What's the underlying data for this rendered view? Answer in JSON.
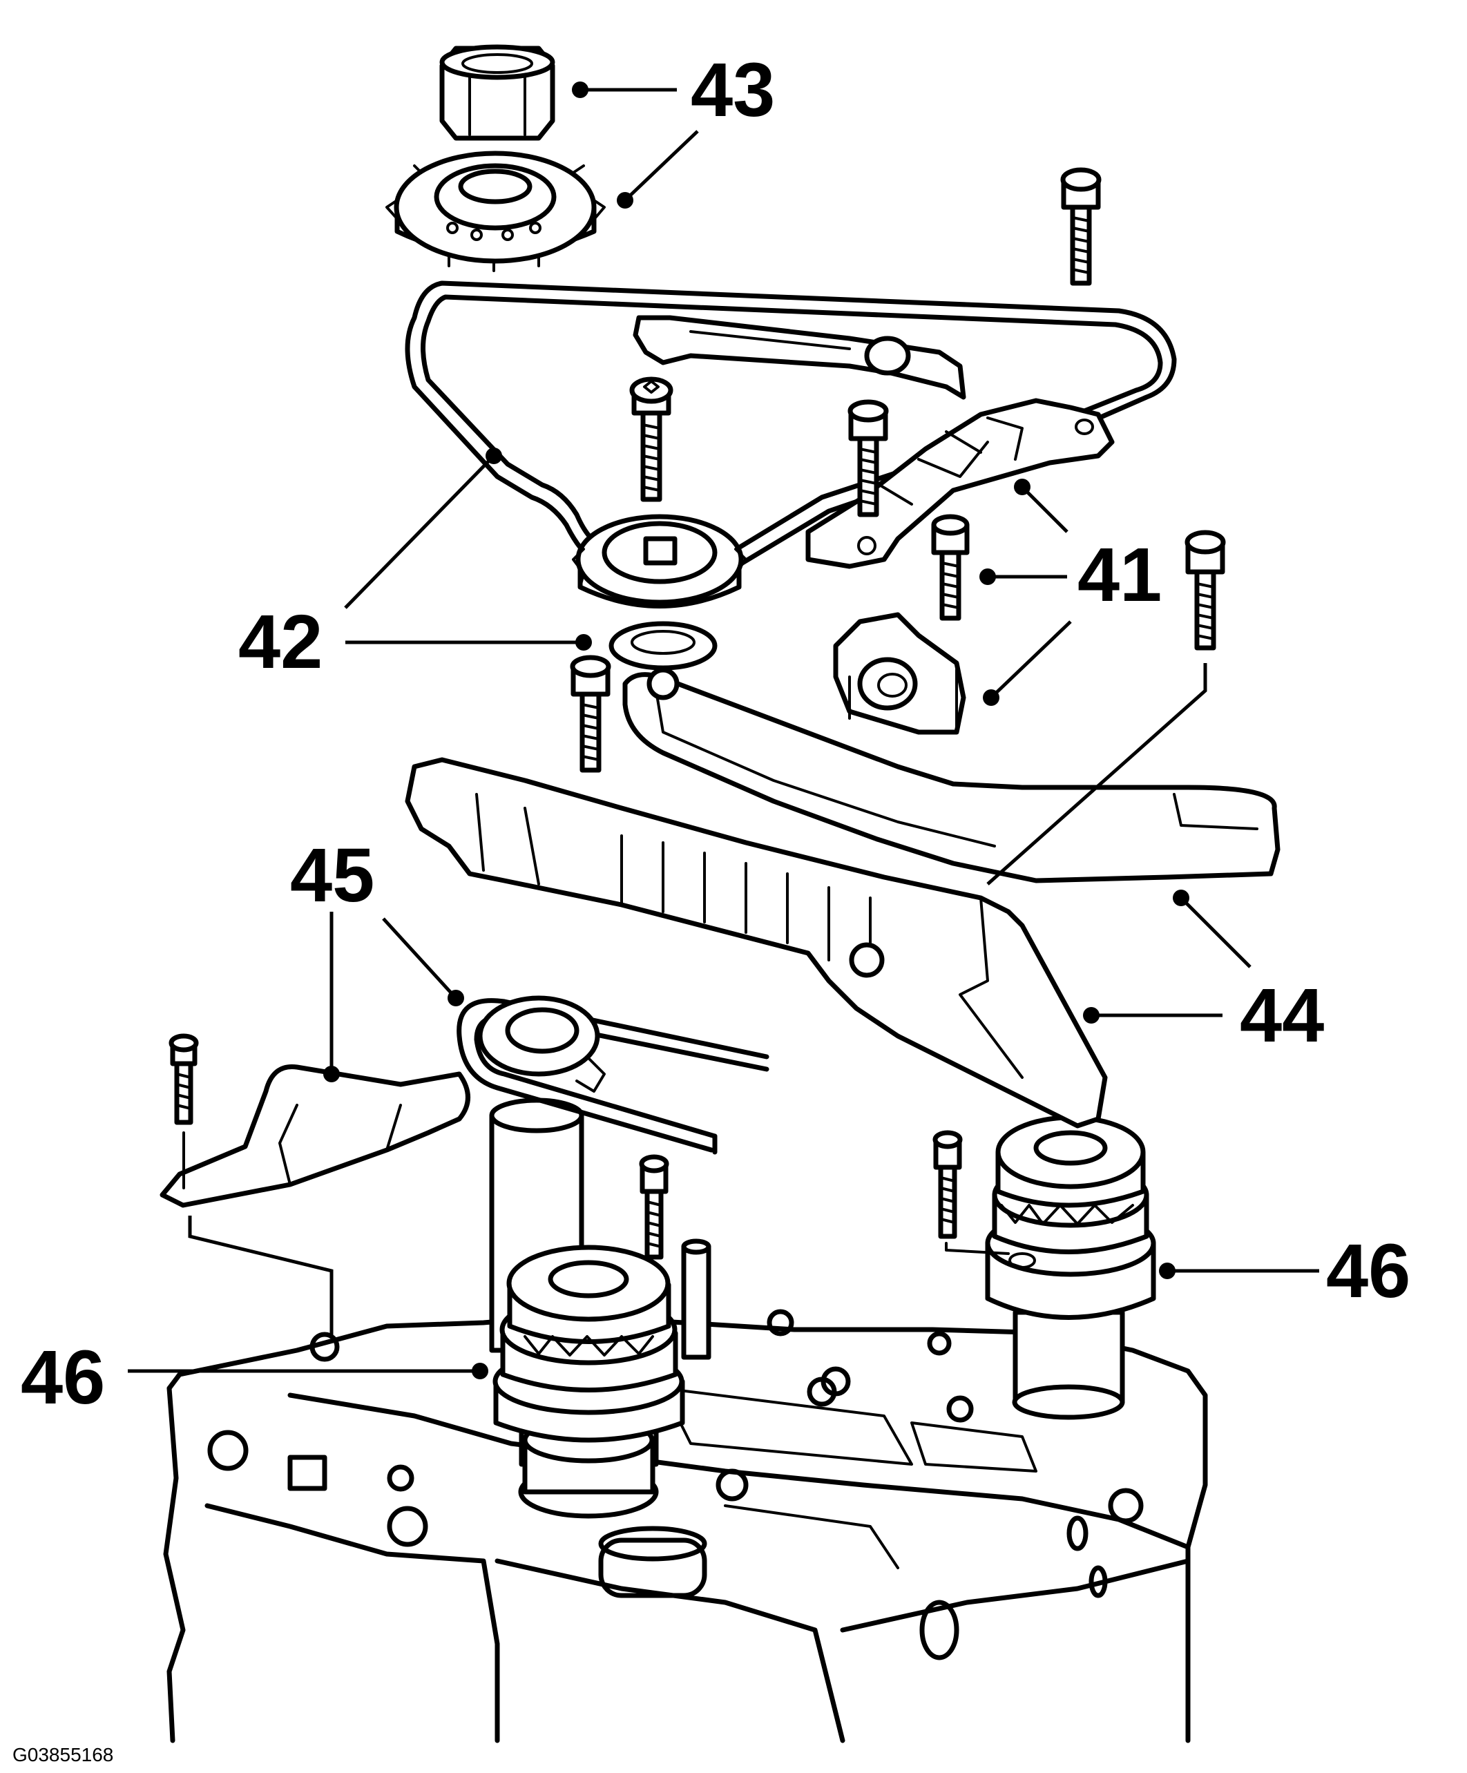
{
  "callouts": {
    "c41": "41",
    "c42": "42",
    "c43": "43",
    "c44": "44",
    "c45": "45",
    "c46a": "46",
    "c46b": "46"
  },
  "figure_id": "G03855168"
}
